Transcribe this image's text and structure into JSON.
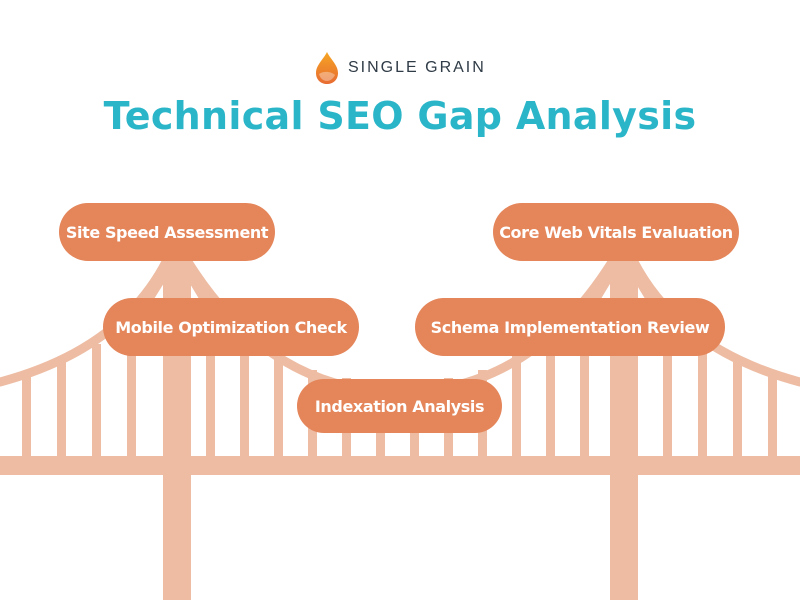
{
  "brand": {
    "name": "SINGLE GRAIN",
    "flame_top": "#f6a623",
    "flame_bottom": "#e76b32"
  },
  "title": "Technical SEO Gap Analysis",
  "colors": {
    "title": "#2bb5c9",
    "pill": "#e4855a",
    "bridge": "#edbca3",
    "pill_text": "#ffffff"
  },
  "steps": [
    {
      "id": "site-speed",
      "label": "Site Speed Assessment"
    },
    {
      "id": "core-web-vitals",
      "label": "Core Web Vitals Evaluation"
    },
    {
      "id": "mobile-optimization",
      "label": "Mobile Optimization Check"
    },
    {
      "id": "schema-implementation",
      "label": "Schema Implementation Review"
    },
    {
      "id": "indexation",
      "label": "Indexation Analysis"
    }
  ]
}
